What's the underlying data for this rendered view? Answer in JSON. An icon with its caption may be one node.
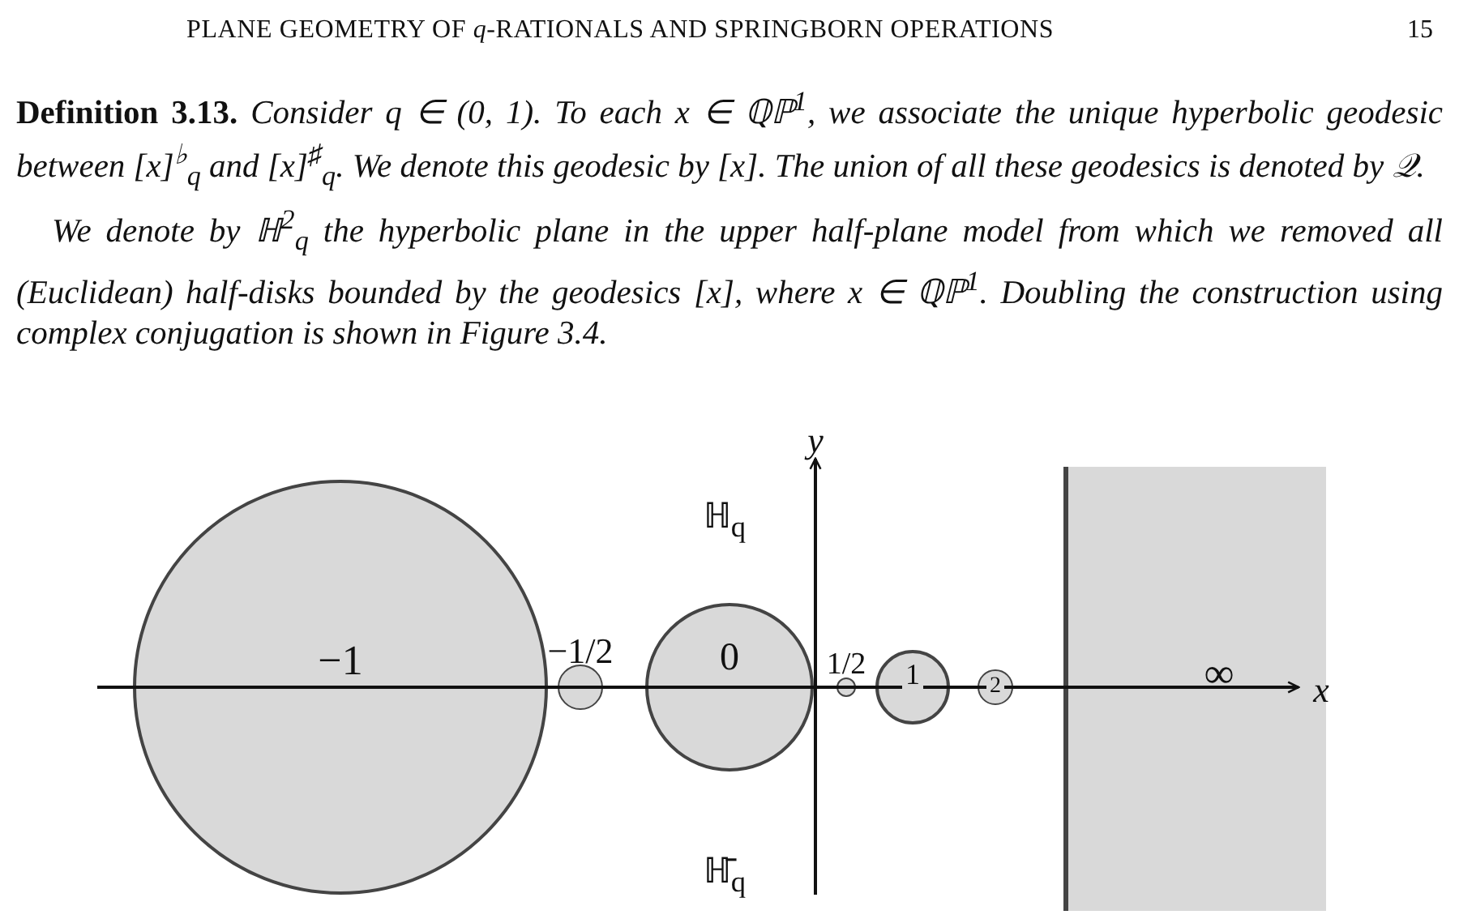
{
  "diagram": {
    "nodes": [
      {
        "text": [
          "−1"
        ]
      },
      {
        "text": [
          "−1/2"
        ]
      },
      {
        "text": [
          "0"
        ]
      },
      {
        "text": [
          "1/2"
        ]
      },
      {
        "text": [
          "1"
        ]
      },
      {
        "text": [
          "2"
        ]
      },
      {
        "text": [
          "∞"
        ]
      }
    ],
    "labels": [
      "PLANE GEOMETRY OF *q*-RATIONALS AND SPRINGBORN OPERATIONS",
      "15",
      "**Definition 3.13.** Consider q ∈ (0, 1). To each x ∈ ℚℙ$^{1}$, we associate the unique hyperbolic geodesic between [x]$^{♭}$$_{q}$ and [x]$^{♯}$$_{q}$. We denote this geodesic by [x]. The union of all these geodesics is denoted by 𝒬.",
      "We denote by ℍ$^{2}$$_{q}$ the hyperbolic plane in the upper half-plane model from which we removed all (Euclidean) half-disks bounded by the geodesics [x], where x ∈ ℚℙ$^{1}$. Doubling the construction using complex conjugation is shown in Figure 3.4.",
      "y",
      "ℍ$_{q}$",
      "x",
      "ℍ̄$_{q}$"
    ]
  }
}
